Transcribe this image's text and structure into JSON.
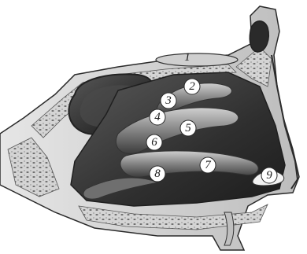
{
  "figure": {
    "labels": [
      {
        "id": "1",
        "text": "1",
        "circled": false
      },
      {
        "id": "2",
        "text": "2",
        "circled": true
      },
      {
        "id": "3",
        "text": "3",
        "circled": true
      },
      {
        "id": "4",
        "text": "4",
        "circled": true
      },
      {
        "id": "5",
        "text": "5",
        "circled": true
      },
      {
        "id": "6",
        "text": "6",
        "circled": true
      },
      {
        "id": "7",
        "text": "7",
        "circled": true
      },
      {
        "id": "8",
        "text": "8",
        "circled": true
      },
      {
        "id": "9",
        "text": "9",
        "circled": true
      }
    ],
    "colors": {
      "bone": "#d9d9d9",
      "bone_dark": "#9a9a9a",
      "cavity": "#3a3a3a",
      "concha": "#7d7d7d",
      "concha_highlight": "#c8c8c8",
      "outline": "#2b2b2b"
    }
  }
}
